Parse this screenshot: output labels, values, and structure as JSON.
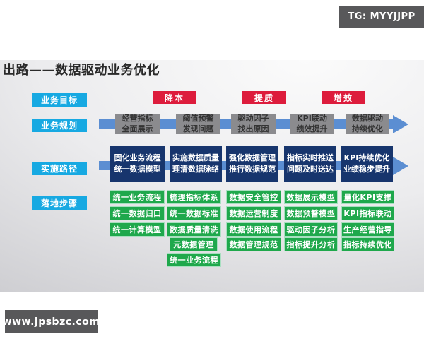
{
  "watermarks": {
    "top": "TG: MYYJJPP",
    "bottom": "www.jpsbzc.com"
  },
  "title": "出路——数据驱动业务优化",
  "row_labels": {
    "goals": "业务目标",
    "planning": "业务规划",
    "path": "实施路径",
    "steps": "落地步骤"
  },
  "goals": {
    "badges": [
      "降本",
      "提质",
      "增效"
    ]
  },
  "planning": {
    "boxes": [
      {
        "l1": "经营指标",
        "l2": "全面展示"
      },
      {
        "l1": "阈值预警",
        "l2": "发现问题"
      },
      {
        "l1": "驱动因子",
        "l2": "找出原因"
      },
      {
        "l1": "KPI联动",
        "l2": "绩效提升"
      },
      {
        "l1": "数据驱动",
        "l2": "持续优化"
      }
    ]
  },
  "path": {
    "boxes": [
      {
        "l1": "固化业务流程",
        "l2": "统一数据模型"
      },
      {
        "l1": "实施数据质量",
        "l2": "理清数据脉络"
      },
      {
        "l1": "强化数据管理",
        "l2": "推行数据规范"
      },
      {
        "l1": "指标实时推送",
        "l2": "问题及时送达"
      },
      {
        "l1": "KPI持续优化",
        "l2": "业绩稳步提升"
      }
    ]
  },
  "steps": {
    "columns": [
      [
        "统一业务流程",
        "统一数据归口",
        "统一计算模型"
      ],
      [
        "梳理指标体系",
        "统一数据标准",
        "数据质量清洗",
        "元数据管理",
        "统一业务流程"
      ],
      [
        "数据安全管控",
        "数据运营制度",
        "数据使用流程",
        "数据管理规范"
      ],
      [
        "数据展示模型",
        "数据预警模型",
        "驱动因子分析",
        "指标提升分析"
      ],
      [
        "量化KPI支撑",
        "KPI指标联动",
        "生产经营指导",
        "指标持续优化"
      ]
    ]
  },
  "colors": {
    "accent_blue": "#17a9e2",
    "red": "#dd1c3c",
    "arrow_blue": "#5b8ed2",
    "navy": "#17356d",
    "green": "#1fa84c",
    "gray_box": "#8b8b8e",
    "badge_gray": "#58585a"
  }
}
